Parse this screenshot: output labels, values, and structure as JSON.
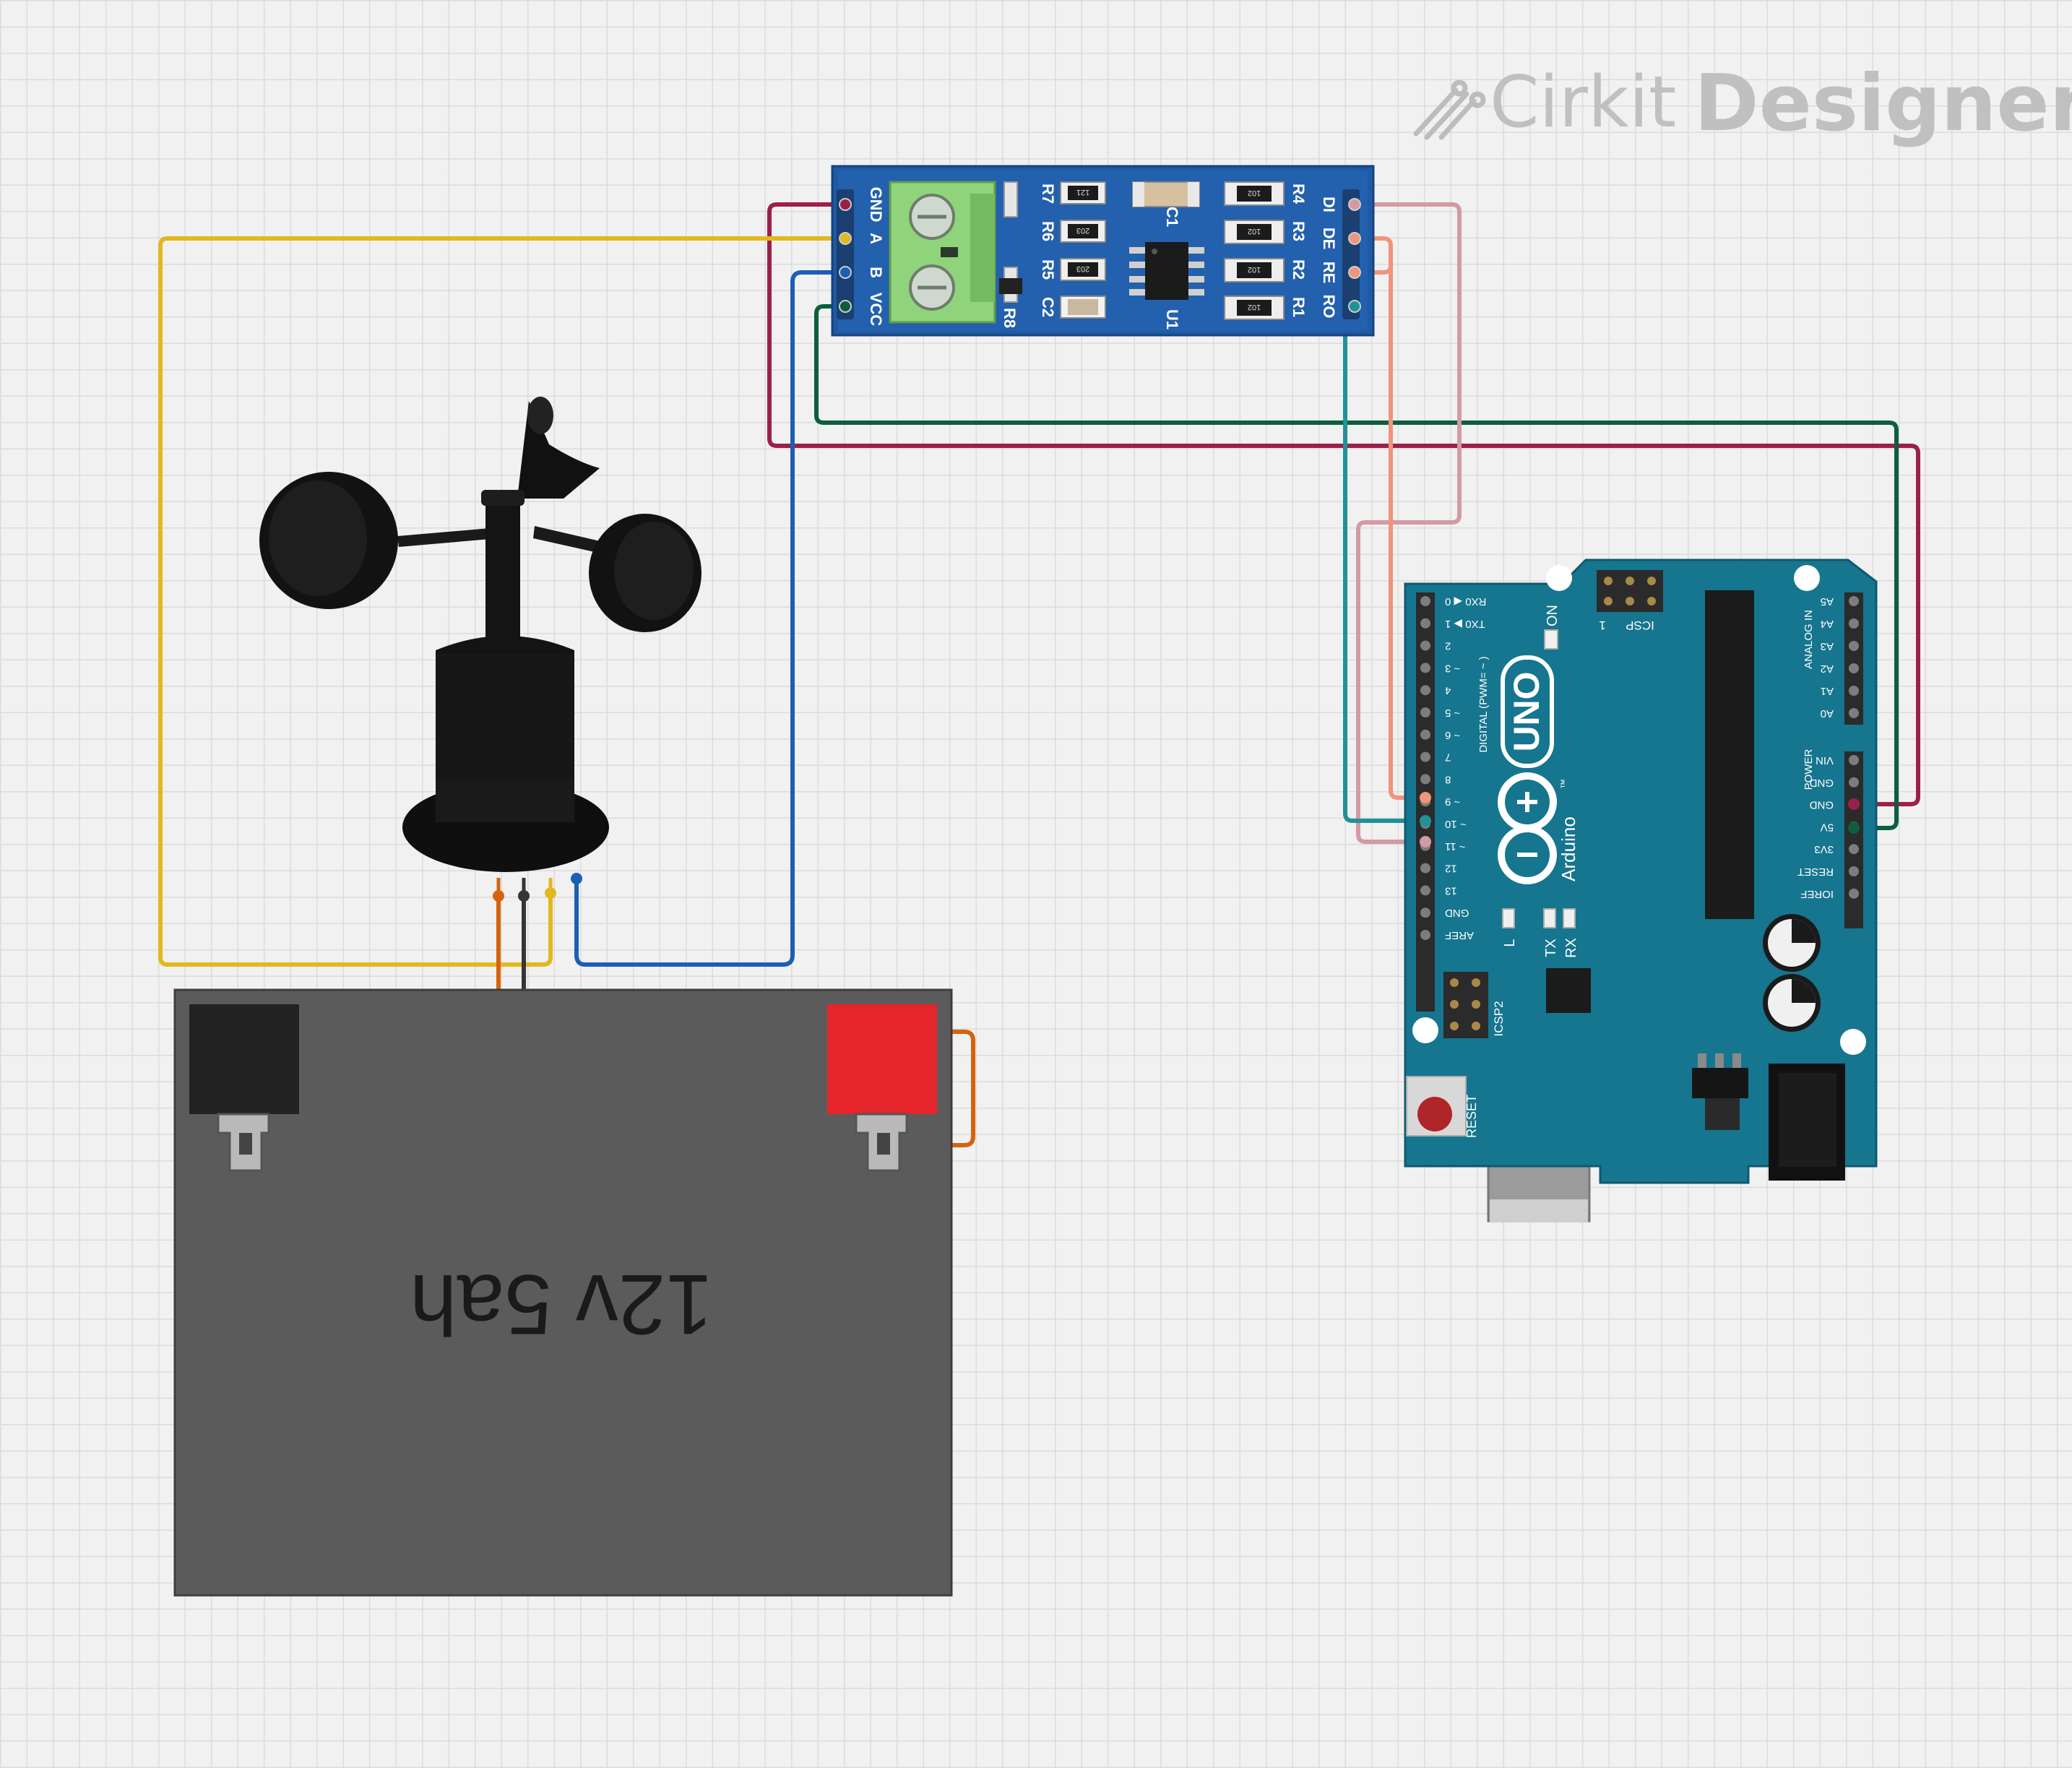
{
  "branding": {
    "brand": "Cirkit",
    "product": "Designer",
    "logo_icon": "cirkit-logo-icon"
  },
  "rs485": {
    "left_pins": [
      "GND",
      "A",
      "B",
      "VCC"
    ],
    "right_pins": [
      "DI",
      "DE",
      "RE",
      "RO"
    ],
    "components": [
      "R7",
      "R6",
      "R5",
      "C2",
      "R8",
      "C1",
      "U1",
      "R4",
      "R3",
      "R2",
      "R1"
    ],
    "smd_codes": [
      "121",
      "203",
      "203",
      "102",
      "102",
      "102",
      "102"
    ]
  },
  "battery": {
    "label": "12v 5ah"
  },
  "arduino": {
    "digital_pins": [
      "RX0 ◀ 0",
      "TX0 ▶ 1",
      "2",
      "~ 3",
      "4",
      "~ 5",
      "~ 6",
      "7",
      "8",
      "~ 9",
      "~ 10",
      "~ 11",
      "12",
      "13",
      "GND",
      "AREF"
    ],
    "analog_pins": [
      "A5",
      "A4",
      "A3",
      "A2",
      "A1",
      "A0"
    ],
    "power_pins": [
      "VIN",
      "GND",
      "GND",
      "5V",
      "3V3",
      "RESET",
      "IOREF"
    ],
    "labels": {
      "digital": "DIGITAL (PWM= ~ )",
      "analog_in": "ANALOG IN",
      "power": "POWER",
      "on": "ON",
      "icsp": "ICSP",
      "icsp2": "ICSP2",
      "uno": "UNO",
      "brand": "Arduino",
      "tm": "™",
      "l": "L",
      "tx": "TX",
      "rx": "RX",
      "reset": "RESET",
      "one": "1"
    }
  },
  "colors": {
    "wire_gnd": "#9c1f4a",
    "wire_a": "#e0b91e",
    "wire_b": "#1b5fb5",
    "wire_vcc": "#0c5e3d",
    "wire_di": "#d39aa4",
    "wire_de": "#f0947c",
    "wire_ro": "#1f9297",
    "wire_orange": "#d7620d",
    "wire_black": "#353535",
    "arduino_blue": "#16758f",
    "rs485_blue": "#1f5aa4",
    "battery_body": "#5b5b5b",
    "battery_red": "#e5252b"
  }
}
